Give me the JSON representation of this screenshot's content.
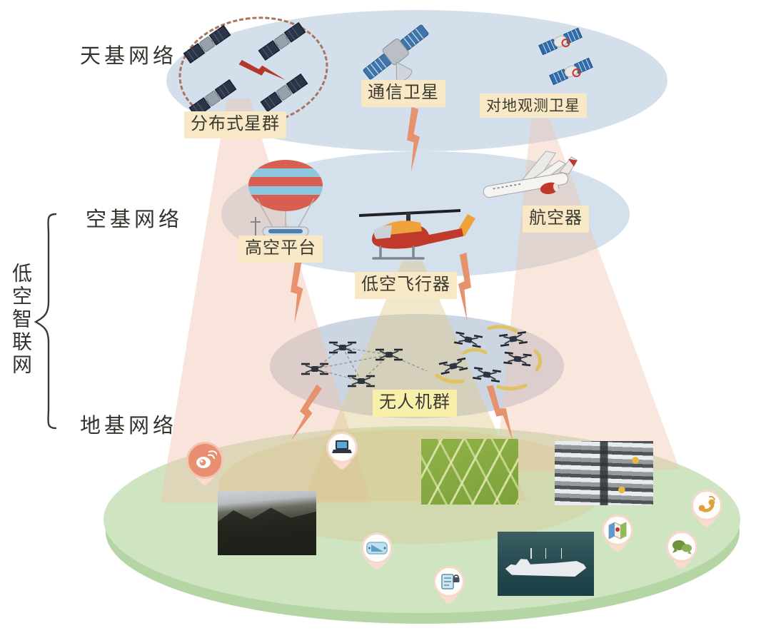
{
  "labels": {
    "space_network": "天基网络",
    "air_network": "空基网络",
    "ground_network": "地基网络",
    "low_altitude_network": "低空智联网",
    "distributed_constellation": "分布式星群",
    "comm_satellite": "通信卫星",
    "earth_observation_satellite": "对地观测卫星",
    "high_altitude_platform": "高空平台",
    "low_altitude_vehicle": "低空飞行器",
    "aircraft": "航空器",
    "uav_swarm": "无人机群"
  },
  "icons": [
    "satellite-icon",
    "comm-satellite-icon",
    "earth-observation-satellite-icon",
    "balloon-platform-icon",
    "helicopter-icon",
    "airplane-icon",
    "drone-icon",
    "weibo-icon",
    "laptop-icon",
    "tablet-icon",
    "secure-device-icon",
    "map-icon",
    "phone-icon",
    "chat-icon",
    "lightning-bolt-icon"
  ],
  "colors": {
    "sky_layer": "#d3e0ec",
    "drone_layer": "#ccd6e2",
    "ground_fill": "#cfe5c2",
    "ground_rim": "#b5d5a4",
    "label_bg": "#f8e8c5",
    "label_bg_yellow": "#f8efab",
    "beam_peach": "#f0c4ae",
    "beam_yellow": "#ddca8d",
    "bolt_salmon": "#e6926f",
    "bolt_red": "#b5372c",
    "orbit_dash": "#a9745a"
  }
}
